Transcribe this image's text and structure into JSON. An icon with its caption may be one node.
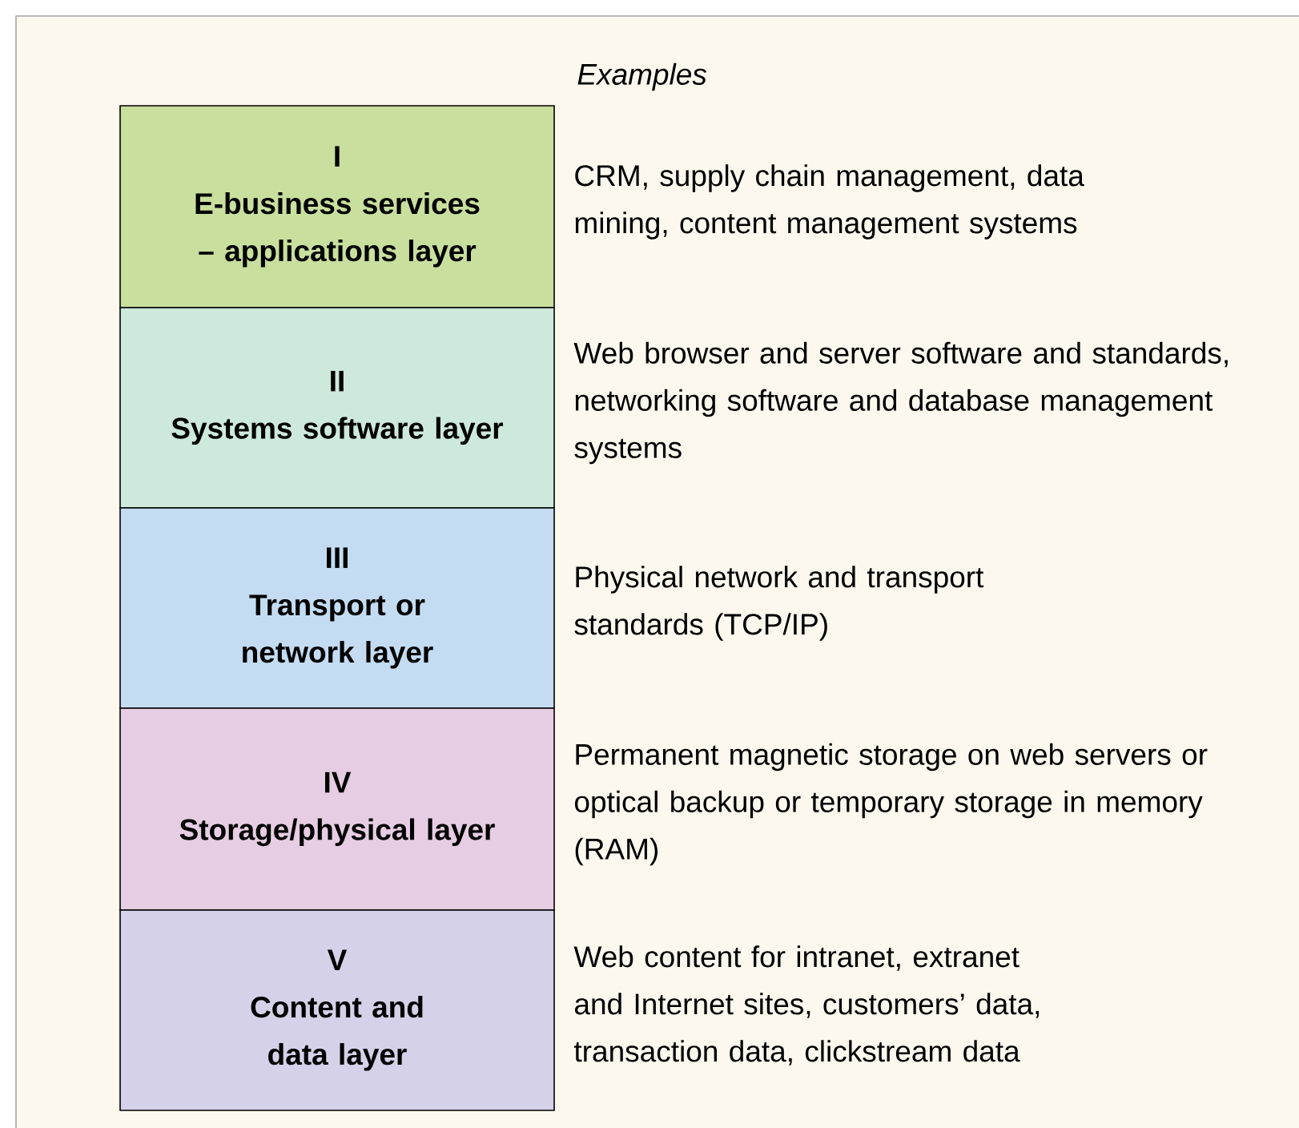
{
  "diagram": {
    "nodes": [
      {
        "text": [
          "I",
          "E-business services – applications layer"
        ],
        "beside": [
          "CRM, supply chain management, data mining, content management systems"
        ]
      },
      {
        "text": [
          "II",
          "Systems software layer"
        ],
        "beside": [
          "Web browser and server software and standards, networking software and database management systems"
        ]
      },
      {
        "text": [
          "III",
          "Transport or network layer"
        ],
        "beside": [
          "Physical network and transport standards (TCP/IP)"
        ]
      },
      {
        "text": [
          "IV",
          "Storage/physical layer"
        ],
        "beside": [
          "Permanent magnetic storage on web servers or optical backup or temporary storage in memory (RAM)"
        ]
      },
      {
        "text": [
          "V",
          "Content and data layer"
        ],
        "beside": [
          "Web content for intranet, extranet and Internet sites, customers’ data, transaction data, clickstream data"
        ]
      }
    ],
    "labels": [
      "Examples"
    ]
  }
}
